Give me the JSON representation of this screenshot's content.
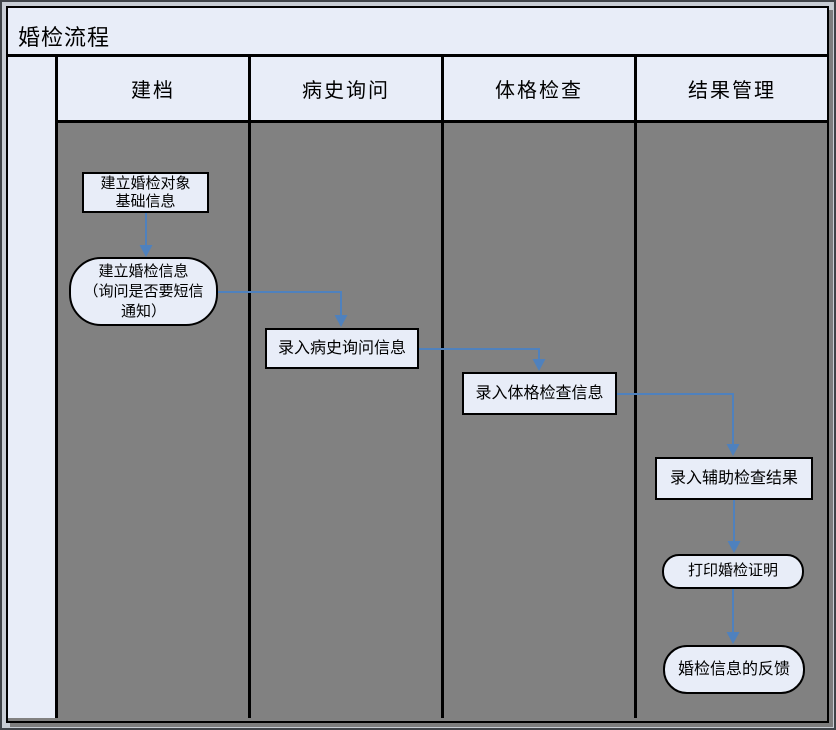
{
  "diagram": {
    "title": "婚检流程",
    "lanes": [
      "建档",
      "病史询问",
      "体格检查",
      "结果管理"
    ],
    "nodes": [
      {
        "id": "create-base-info",
        "type": "process",
        "lane": "建档",
        "lines": [
          "建立婚检对象",
          "基础信息"
        ]
      },
      {
        "id": "create-exam-info",
        "type": "terminator",
        "lane": "建档",
        "lines": [
          "建立婚检信息",
          "（询问是否要短信",
          "通知）"
        ]
      },
      {
        "id": "enter-history",
        "type": "process",
        "lane": "病史询问",
        "lines": [
          "录入病史询问信息"
        ]
      },
      {
        "id": "enter-physical",
        "type": "process",
        "lane": "体格检查",
        "lines": [
          "录入体格检查信息"
        ]
      },
      {
        "id": "enter-aux-result",
        "type": "process",
        "lane": "结果管理",
        "lines": [
          "录入辅助检查结果"
        ]
      },
      {
        "id": "print-certificate",
        "type": "terminator",
        "lane": "结果管理",
        "lines": [
          "打印婚检证明"
        ]
      },
      {
        "id": "info-feedback",
        "type": "terminator",
        "lane": "结果管理",
        "lines": [
          "婚检信息的反馈"
        ]
      }
    ],
    "edges": [
      {
        "from": "create-base-info",
        "to": "create-exam-info"
      },
      {
        "from": "create-exam-info",
        "to": "enter-history"
      },
      {
        "from": "enter-history",
        "to": "enter-physical"
      },
      {
        "from": "enter-physical",
        "to": "enter-aux-result"
      },
      {
        "from": "enter-aux-result",
        "to": "print-certificate"
      },
      {
        "from": "print-certificate",
        "to": "info-feedback"
      }
    ],
    "colors": {
      "cell_fill": "#E8EDF8",
      "lane_body": "#818181",
      "arrow": "#4F81BD",
      "border": "#000000"
    }
  }
}
